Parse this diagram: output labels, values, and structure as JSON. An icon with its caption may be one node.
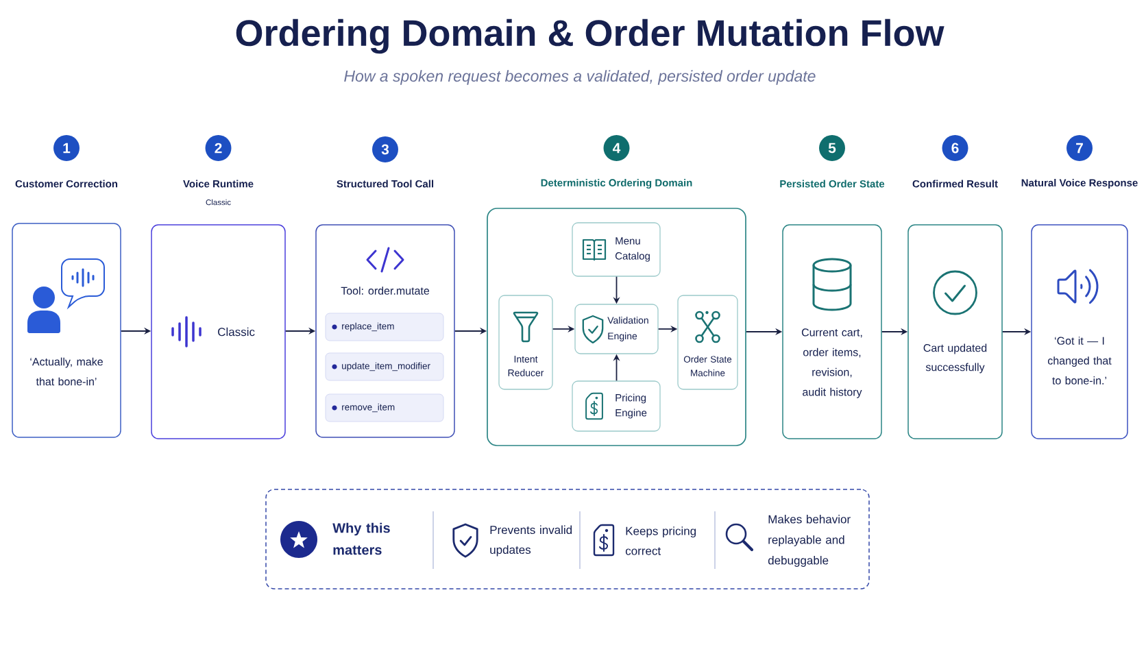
{
  "diagram": {
    "title": "Ordering Domain & Order Mutation Flow",
    "nodes": [
      {
        "text": [
          "Customer Correction",
          "‘Actually, make that bone-in’"
        ],
        "beside": [
          "1"
        ]
      },
      {
        "text": [
          "Voice Runtime",
          "Classic",
          "Classic"
        ],
        "beside": [
          "2"
        ]
      },
      {
        "text": [
          "Structured Tool Call",
          "Tool: order.mutate"
        ],
        "beside": [
          "3"
        ]
      },
      {
        "text": [
          "replace_item"
        ],
        "in": 2
      },
      {
        "text": [
          "update_item_modifier"
        ],
        "in": 2
      },
      {
        "text": [
          "remove_item"
        ],
        "in": 2
      },
      {
        "text": [
          "Deterministic Ordering Domain"
        ],
        "beside": [
          "4"
        ]
      },
      {
        "text": [
          "Menu Catalog"
        ],
        "in": 6
      },
      {
        "text": [
          "Intent Reducer"
        ],
        "in": 6
      },
      {
        "text": [
          "Validation Engine"
        ],
        "in": 6
      },
      {
        "text": [
          "Order State Machine"
        ],
        "in": 6
      },
      {
        "text": [
          "Pricing Engine"
        ],
        "in": 6
      },
      {
        "text": [
          "Persisted Order State",
          "Current cart, order items, revision, audit history"
        ],
        "beside": [
          "5"
        ]
      },
      {
        "text": [
          "Confirmed Result",
          "Cart updated successfully"
        ],
        "beside": [
          "6"
        ]
      },
      {
        "text": [
          "Natural Voice Response",
          "‘Got it — I changed that to bone-in.’"
        ],
        "beside": [
          "7"
        ]
      },
      {
        "text": [
          "Why this matters",
          "Prevents invalid updates",
          "Keeps pricing correct",
          "Makes behavior replayable and debuggable"
        ]
      }
    ],
    "edges": [
      {
        "from": 0,
        "to": 1,
        "arrow": "to"
      },
      {
        "from": 1,
        "to": 2,
        "arrow": "to"
      },
      {
        "from": 2,
        "to": 6,
        "arrow": "to"
      },
      {
        "from": 7,
        "to": 9,
        "arrow": "to"
      },
      {
        "from": 8,
        "to": 9,
        "arrow": "to"
      },
      {
        "from": 9,
        "to": 10,
        "arrow": "to"
      },
      {
        "from": 11,
        "to": 9,
        "arrow": "to"
      },
      {
        "from": 6,
        "to": 12,
        "arrow": "to"
      },
      {
        "from": 12,
        "to": 13,
        "arrow": "to"
      },
      {
        "from": 13,
        "to": 14,
        "arrow": "to"
      }
    ],
    "labels": [
      "How a spoken request becomes a validated, persisted order update"
    ]
  }
}
